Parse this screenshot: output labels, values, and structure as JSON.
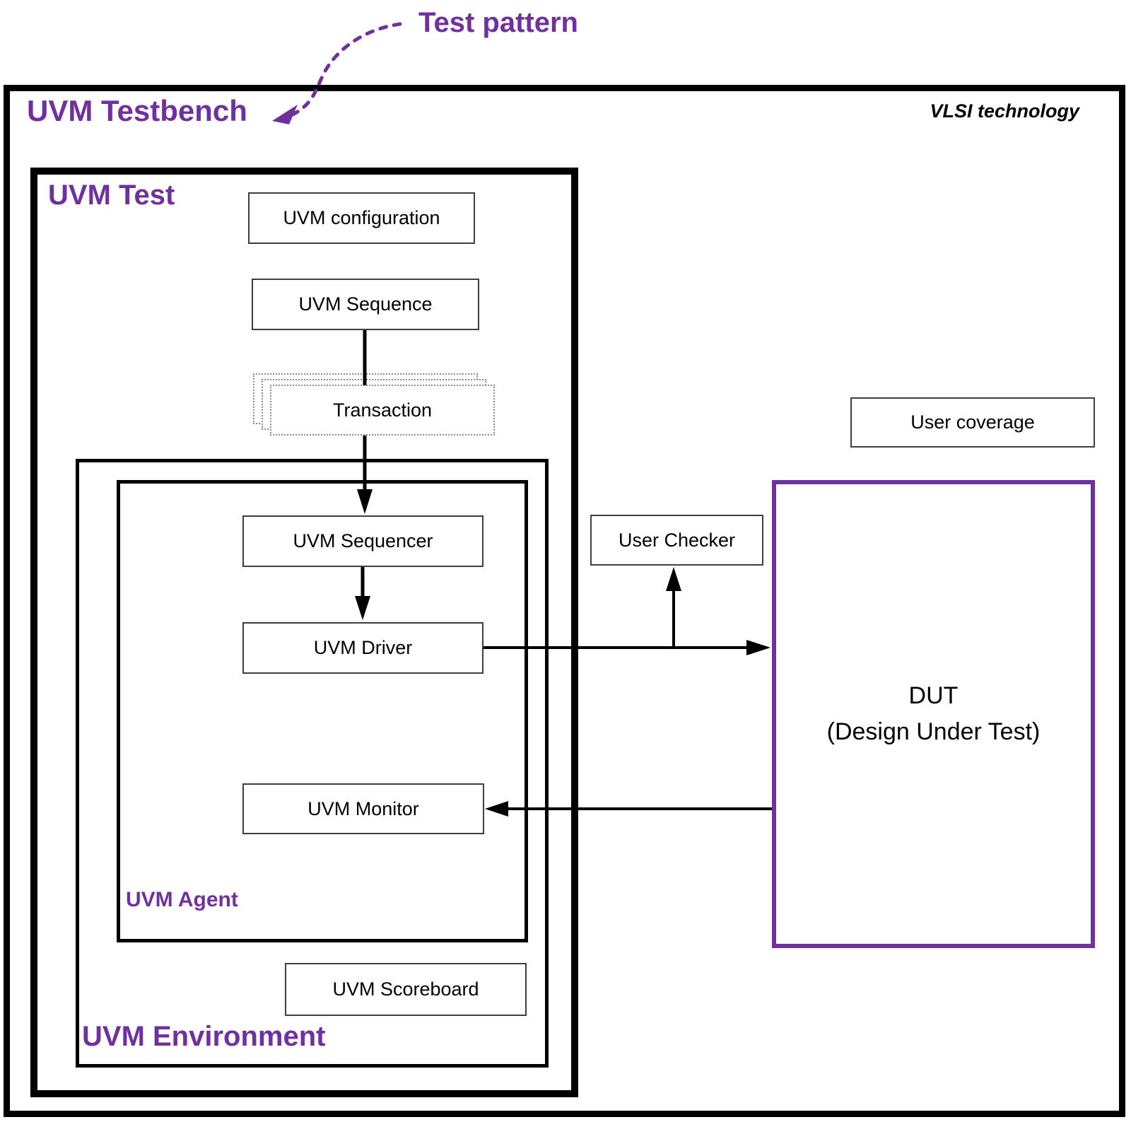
{
  "colors": {
    "accent_purple": "#7030A0",
    "line_black": "#000000"
  },
  "annotations": {
    "test_pattern": "Test pattern",
    "vlsi_watermark": "VLSI technology"
  },
  "testbench": {
    "title": "UVM Testbench"
  },
  "test": {
    "title": "UVM Test",
    "configuration": "UVM configuration",
    "sequence": "UVM Sequence",
    "transaction": "Transaction"
  },
  "environment": {
    "title": "UVM Environment",
    "scoreboard": "UVM Scoreboard"
  },
  "agent": {
    "title": "UVM Agent",
    "sequencer": "UVM Sequencer",
    "driver": "UVM Driver",
    "monitor": "UVM Monitor"
  },
  "dut": {
    "line1": "DUT",
    "line2": "(Design Under Test)"
  },
  "user_components": {
    "coverage": "User coverage",
    "checker": "User Checker"
  }
}
